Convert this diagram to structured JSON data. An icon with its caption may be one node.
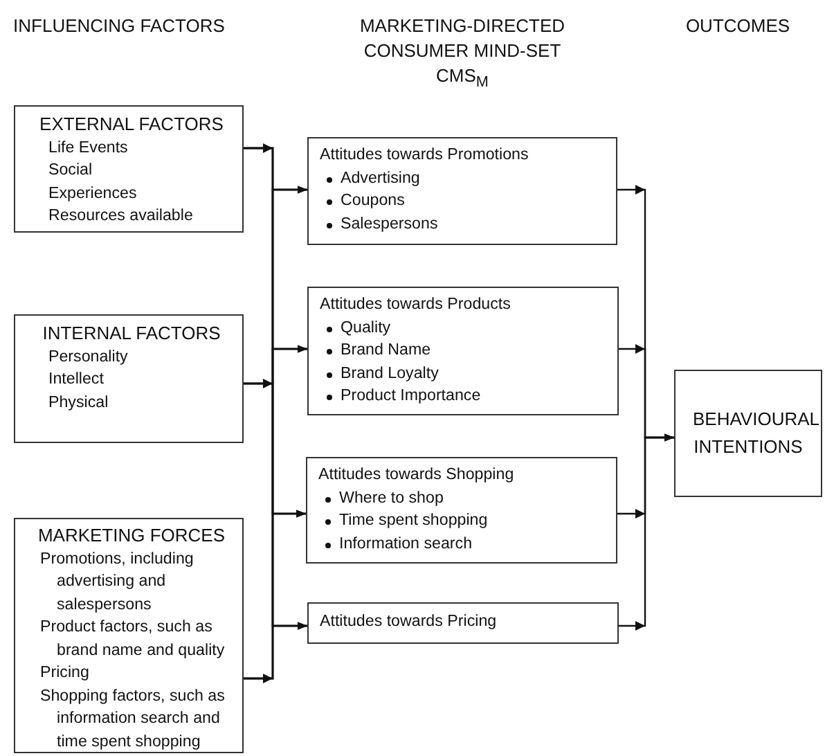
{
  "diagram": {
    "nodes": [
      {
        "text": [
          "EXTERNAL FACTORS",
          "Life Events",
          "Social",
          "Experiences",
          "Resources available"
        ]
      },
      {
        "text": [
          "INTERNAL FACTORS",
          "Personality",
          "Intellect",
          "Physical"
        ]
      },
      {
        "text": [
          "MARKETING FORCES",
          "Promotions, including advertising and salespersons",
          "Product factors, such as brand name and quality",
          "Pricing",
          "Shopping factors, such as information search and time spent shopping"
        ]
      },
      {
        "text": [
          "Attitudes towards Promotions",
          "Advertising",
          "Coupons",
          "Salespersons"
        ]
      },
      {
        "text": [
          "Attitudes towards Products",
          "Quality",
          "Brand Name",
          "Brand Loyalty",
          "Product Importance"
        ]
      },
      {
        "text": [
          "Attitudes towards Shopping",
          "Where to shop",
          "Time spent shopping",
          "Information search"
        ]
      },
      {
        "text": [
          "Attitudes towards Pricing"
        ]
      },
      {
        "text": [
          "BEHAVIOURAL INTENTIONS"
        ]
      }
    ],
    "edges": [
      {
        "from": 0,
        "to": 3,
        "arrow": "to"
      },
      {
        "from": 0,
        "to": 4,
        "arrow": "to"
      },
      {
        "from": 0,
        "to": 5,
        "arrow": "to"
      },
      {
        "from": 0,
        "to": 6,
        "arrow": "to"
      },
      {
        "from": 1,
        "to": 3,
        "arrow": "to"
      },
      {
        "from": 1,
        "to": 4,
        "arrow": "to"
      },
      {
        "from": 1,
        "to": 5,
        "arrow": "to"
      },
      {
        "from": 1,
        "to": 6,
        "arrow": "to"
      },
      {
        "from": 2,
        "to": 3,
        "arrow": "to"
      },
      {
        "from": 2,
        "to": 4,
        "arrow": "to"
      },
      {
        "from": 2,
        "to": 5,
        "arrow": "to"
      },
      {
        "from": 2,
        "to": 6,
        "arrow": "to"
      },
      {
        "from": 3,
        "to": 7,
        "arrow": "to"
      },
      {
        "from": 4,
        "to": 7,
        "arrow": "to"
      },
      {
        "from": 5,
        "to": 7,
        "arrow": "to"
      },
      {
        "from": 6,
        "to": 7,
        "arrow": "to"
      }
    ],
    "labels": [
      "INFLUENCING FACTORS",
      "MARKETING-DIRECTED CONSUMER MIND-SET CMS$_{M}$",
      "OUTCOMES"
    ]
  }
}
